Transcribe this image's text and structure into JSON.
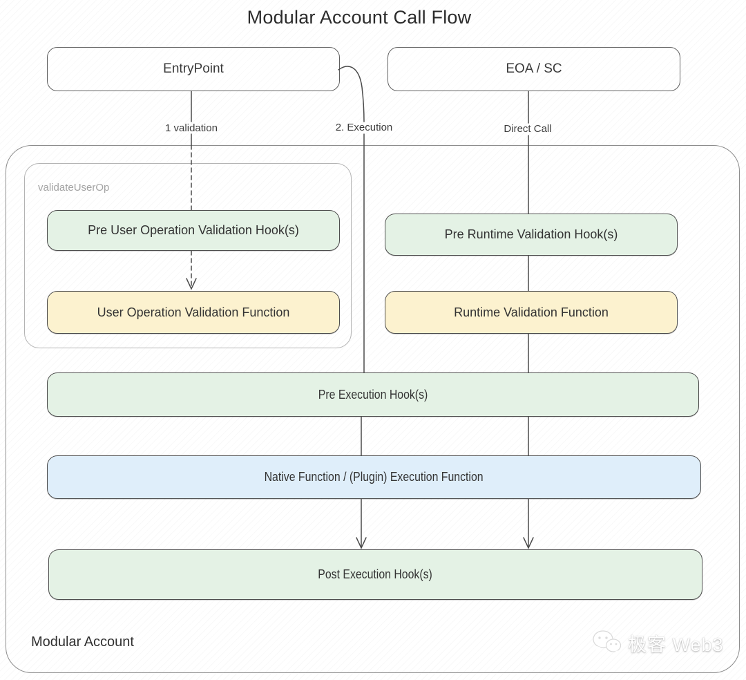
{
  "title": "Modular Account Call Flow",
  "colors": {
    "green": "#e4f2e5",
    "yellow": "#fcf2cf",
    "blue": "#dfeefa",
    "stroke": "#4a4a4a",
    "container-border": "#8c8c8c",
    "inner-border": "#b3b3b3",
    "muted": "#a3a3a3"
  },
  "top_nodes": {
    "entrypoint": "EntryPoint",
    "eoa_sc": "EOA / SC"
  },
  "edges": {
    "validation": "1 validation",
    "execution": "2. Execution",
    "direct_call": "Direct Call"
  },
  "containers": {
    "modular_account": "Modular Account",
    "validate_user_op": "validateUserOp"
  },
  "nodes": {
    "pre_user_op_hook": "Pre User Operation Validation Hook(s)",
    "user_op_validation_fn": "User Operation Validation Function",
    "pre_runtime_hook": "Pre Runtime Validation Hook(s)",
    "runtime_validation_fn": "Runtime Validation Function",
    "pre_execution_hook": "Pre Execution Hook(s)",
    "native_execution_fn": "Native Function  /  (Plugin) Execution Function",
    "post_execution_hook": "Post Execution Hook(s)"
  },
  "watermark": {
    "icon": "wechat-icon",
    "text": "极客 Web3"
  }
}
